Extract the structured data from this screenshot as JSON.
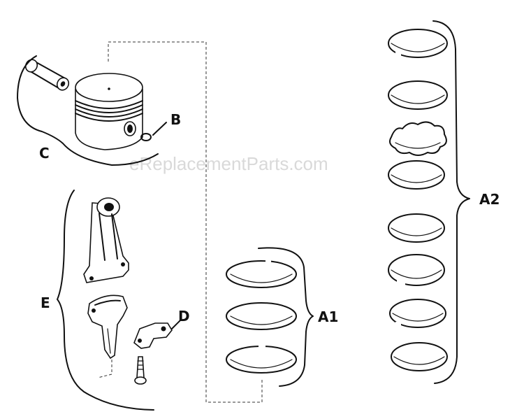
{
  "watermark": "eReplacementParts.com",
  "callouts": {
    "a1": "A1",
    "a2": "A2",
    "b": "B",
    "c": "C",
    "d": "D",
    "e": "E"
  }
}
